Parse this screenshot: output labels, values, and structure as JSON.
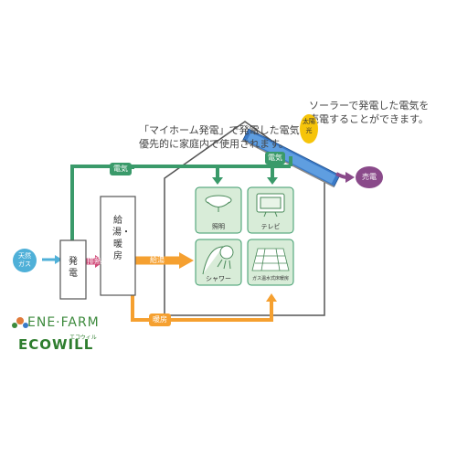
{
  "top_right_note": {
    "line1": "ソーラーで発電した電気を",
    "line2": "売電することができます。"
  },
  "top_left_note": {
    "line1": "「マイホーム発電」で発電した電気は",
    "line2": "優先的に家庭内で使用されます。"
  },
  "sunlight_label": "太陽光",
  "sell_label": "売電",
  "electricity_left": "電気",
  "electricity_right": "電気",
  "gas_label": "天然ガス",
  "generator_label": "発電",
  "exhaust_heat_label": "排熱",
  "heater_label": "給湯・暖房",
  "hot_water_label": "給湯",
  "heating_label": "暖房",
  "appliances": {
    "lighting": "照明",
    "tv": "テレビ",
    "shower": "シャワー",
    "floor_heating": "ガス温水式床暖房"
  },
  "brand_enefarm": "ENE·FARM",
  "brand_ecowill": "ECOWILL",
  "brand_ecowill_kana": "エコウィル",
  "colors": {
    "green": "#3a9a6a",
    "orange": "#f5a030",
    "blue_gas": "#4fb0d8",
    "purple": "#8a4a8a",
    "pink": "#d04a78",
    "yellow_sun": "#f6c40a",
    "panel_blue": "#3a7ac8",
    "house_outline": "#555555"
  }
}
